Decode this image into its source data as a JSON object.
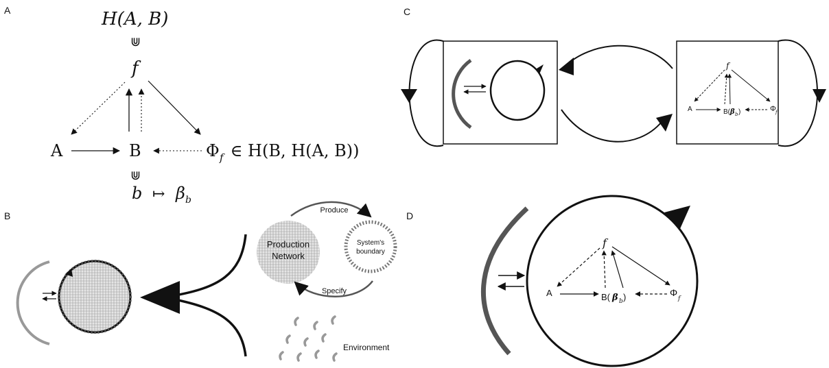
{
  "panels": {
    "a": {
      "label": "A",
      "top_formula": "H(A, B)",
      "subset_top": "⋓",
      "f": "f",
      "node_a": "A",
      "node_b": "B",
      "phi": "Φ",
      "phi_sub": "f",
      "phi_rest": " ∈ H(B, H(A, B))",
      "subset_bottom": "⋓",
      "bottom_formula_b": "b",
      "bottom_formula_map": "↦",
      "bottom_formula_beta": "β",
      "bottom_formula_sub": "b"
    },
    "b": {
      "label": "B",
      "production_line1": "Production",
      "production_line2": "Network",
      "boundary_line1": "System's",
      "boundary_line2": "boundary",
      "produce": "Produce",
      "specify": "Specify",
      "environment": "Environment"
    },
    "c": {
      "label": "C",
      "f": "f",
      "node_a": "A",
      "node_b": "B(",
      "beta": "β",
      "beta_sub": "b",
      "close": ")",
      "phi": "Φ",
      "phi_sub": "f"
    },
    "d": {
      "label": "D",
      "f": "f",
      "node_a": "A",
      "node_b": "B(",
      "beta": "β",
      "beta_sub": "b",
      "close": ")",
      "phi": "Φ",
      "phi_sub": "f"
    }
  }
}
